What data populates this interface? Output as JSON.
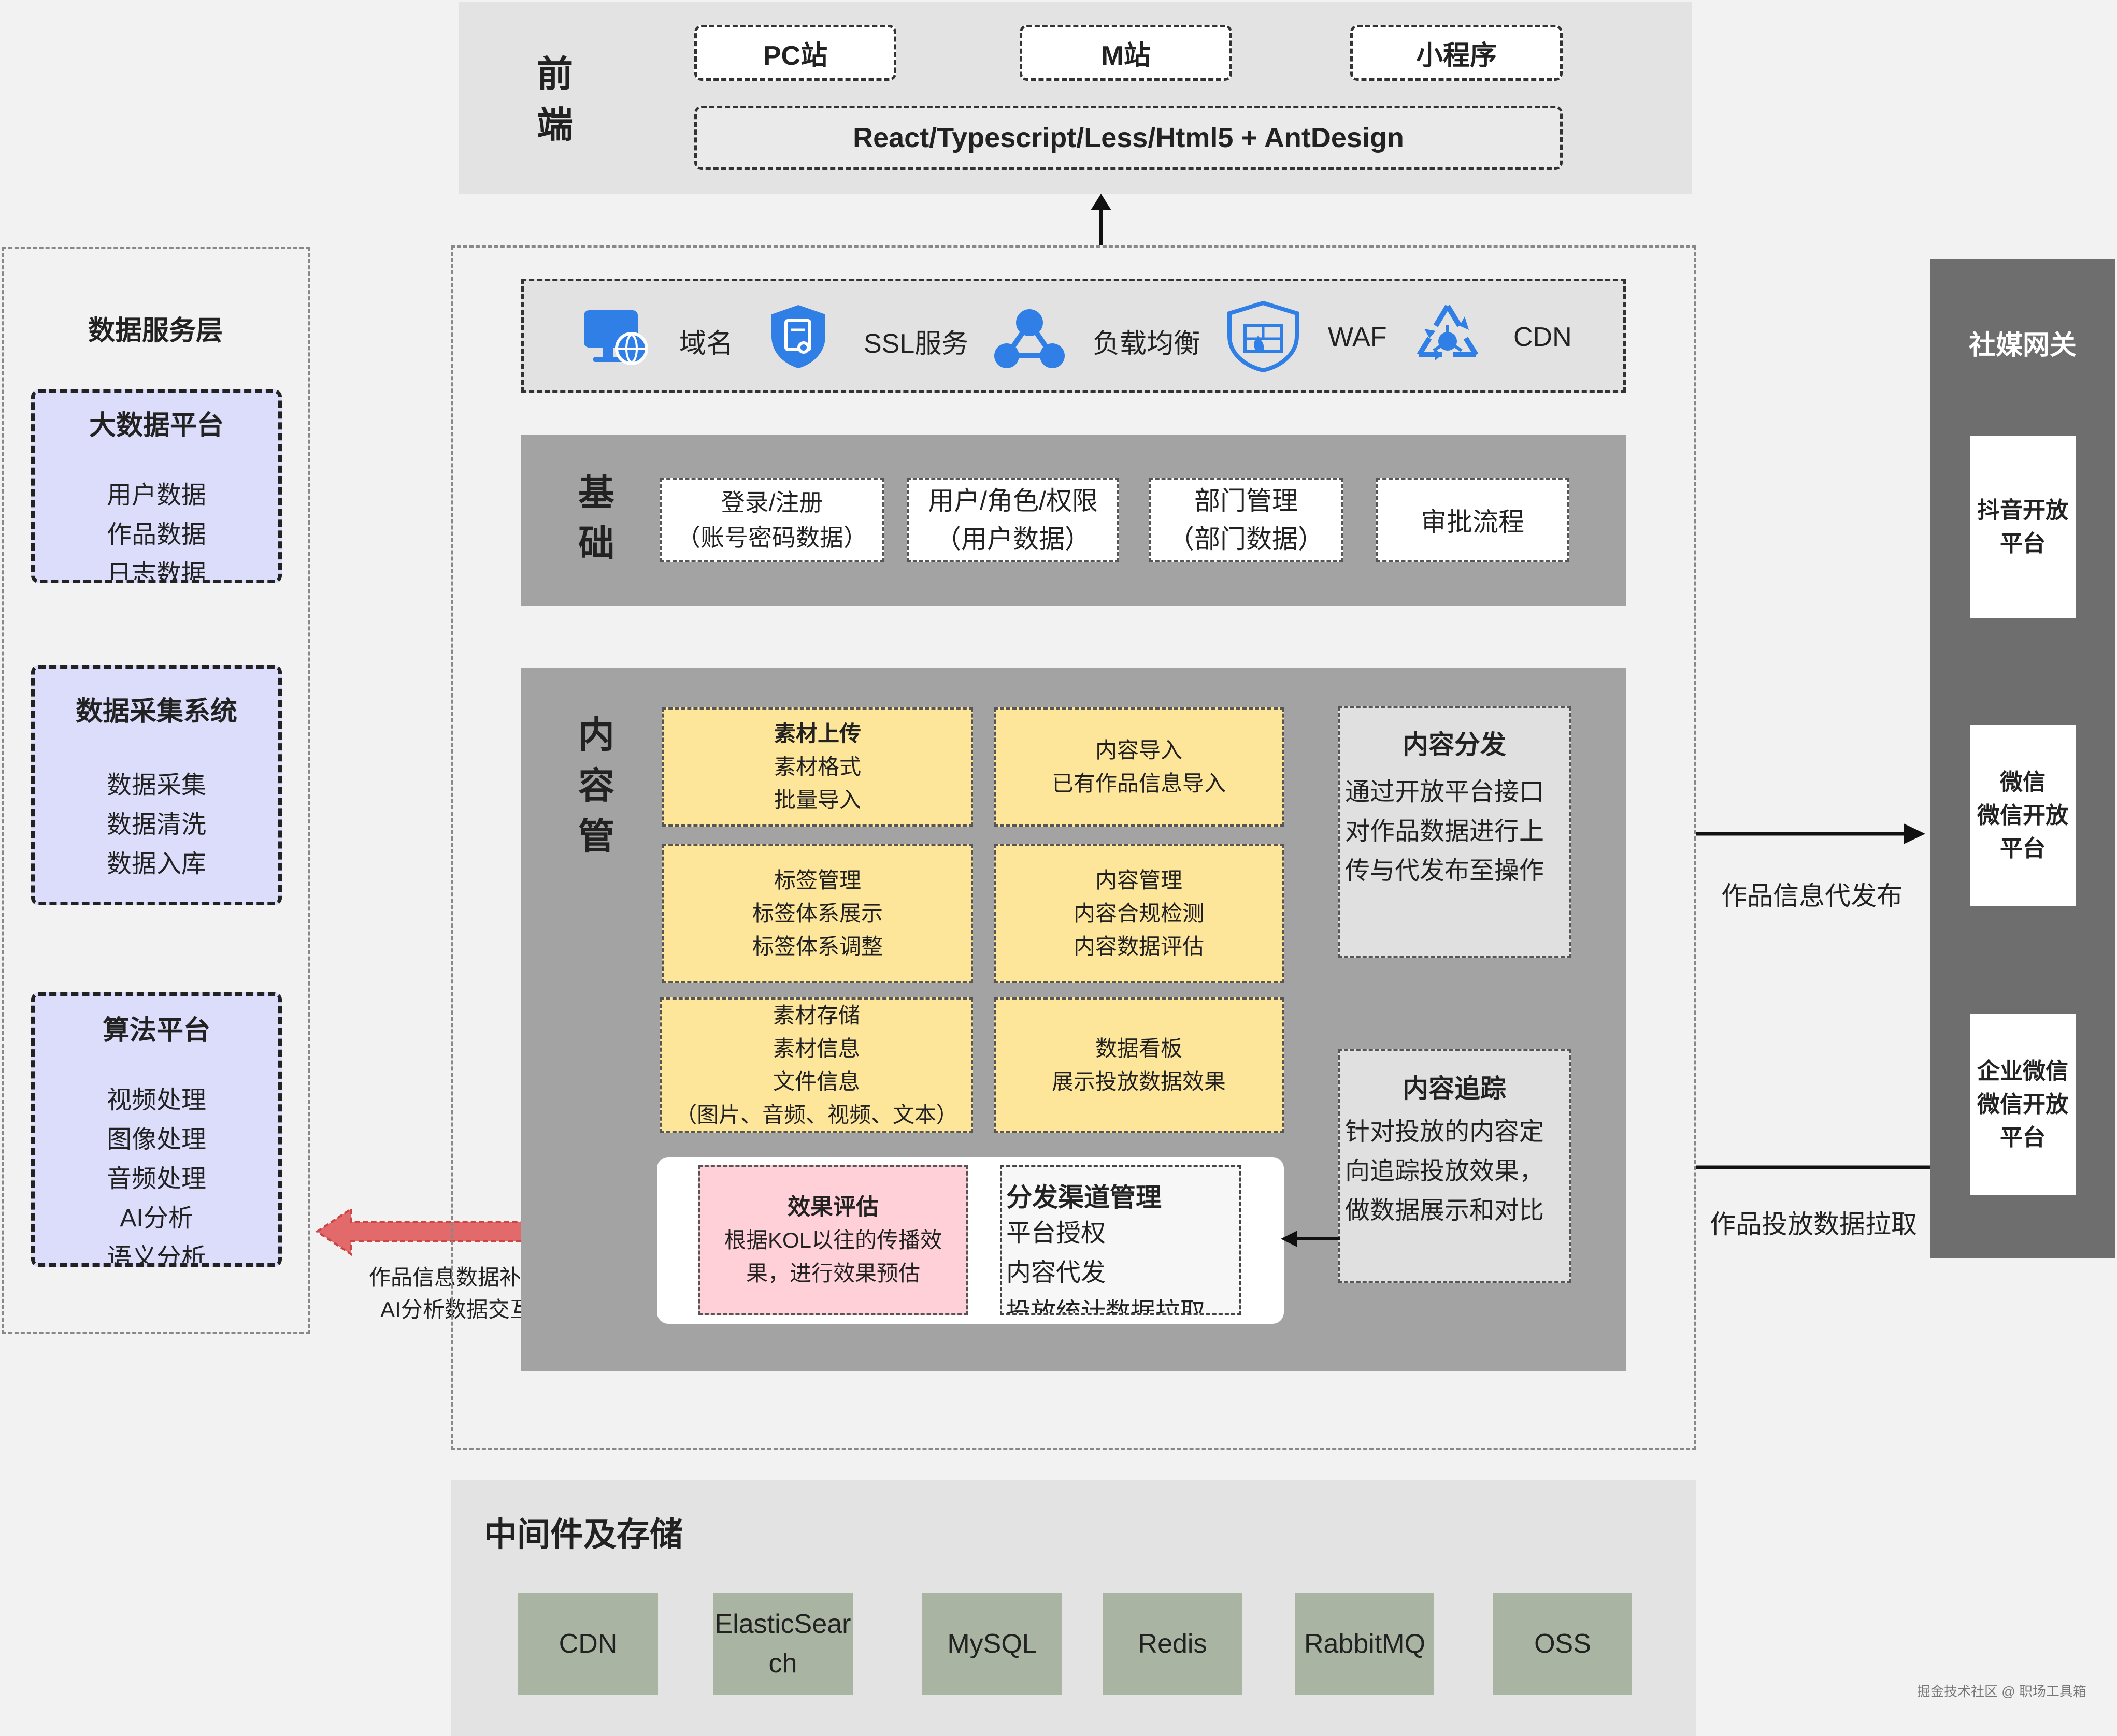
{
  "frontend": {
    "title_chars": [
      "前",
      "端"
    ],
    "apps": [
      "PC站",
      "M站",
      "小程序"
    ],
    "stack": "React/Typescript/Less/Html5 + AntDesign"
  },
  "data_service": {
    "title": "数据服务层",
    "groups": [
      {
        "title": "大数据平台",
        "items": [
          "用户数据",
          "作品数据",
          "日志数据"
        ]
      },
      {
        "title": "数据采集系统",
        "items": [
          "数据采集",
          "数据清洗",
          "数据入库"
        ]
      },
      {
        "title": "算法平台",
        "items": [
          "视频处理",
          "图像处理",
          "音频处理",
          "AI分析",
          "语义分析"
        ]
      }
    ],
    "link_labels": [
      "作品信息数据补充",
      "AI分析数据交互"
    ]
  },
  "infra": {
    "items": [
      {
        "label": "域名",
        "icon": "monitor-globe-icon"
      },
      {
        "label": "SSL服务",
        "icon": "shield-certificate-icon"
      },
      {
        "label": "负载均衡",
        "icon": "load-balance-nodes-icon"
      },
      {
        "label": "WAF",
        "icon": "firewall-shield-icon"
      },
      {
        "label": "CDN",
        "icon": "cdn-recycle-icon"
      }
    ]
  },
  "base": {
    "title_chars": [
      "基",
      "础"
    ],
    "items": [
      {
        "line1": "登录/注册",
        "line2": "（账号密码数据）"
      },
      {
        "line1": "用户/角色/权限",
        "line2": "（用户数据）"
      },
      {
        "line1": "部门管理",
        "line2": "（部门数据）"
      },
      {
        "line1": "审批流程",
        "line2": ""
      }
    ]
  },
  "content": {
    "title_chars": [
      "内",
      "容",
      "管"
    ],
    "material_upload": {
      "title": "素材上传",
      "lines": [
        "素材格式",
        "批量导入"
      ]
    },
    "content_import": {
      "lines": [
        "内容导入",
        "已有作品信息导入"
      ]
    },
    "tag_mgmt": {
      "lines": [
        "标签管理",
        "标签体系展示",
        "标签体系调整"
      ]
    },
    "content_mgmt": {
      "lines": [
        "内容管理",
        "内容合规检测",
        "内容数据评估"
      ]
    },
    "material_storage": {
      "lines": [
        "素材存储",
        "素材信息",
        "文件信息",
        "（图片、音频、视频、文本）"
      ]
    },
    "dashboard": {
      "lines": [
        "数据看板",
        "展示投放数据效果"
      ]
    },
    "distribution": {
      "title": "内容分发",
      "lines": [
        "通过开放平台接口",
        "对作品数据进行上",
        "传与代发布至操作"
      ]
    },
    "tracking": {
      "title": "内容追踪",
      "lines": [
        "针对投放的内容定",
        "向追踪投放效果，",
        "做数据展示和对比"
      ]
    },
    "effect": {
      "title": "效果评估",
      "lines": [
        "根据KOL以往的传播效",
        "果，进行效果预估"
      ]
    },
    "channel": {
      "title": "分发渠道管理",
      "lines": [
        "平台授权",
        "内容代发",
        "投放统计数据拉取"
      ]
    }
  },
  "social": {
    "title": "社媒网关",
    "platforms": [
      [
        "抖音开放",
        "平台"
      ],
      [
        "微信",
        "微信开放",
        "平台"
      ],
      [
        "企业微信",
        "微信开放",
        "平台"
      ]
    ],
    "publish_label": "作品信息代发布",
    "pull_label": "作品投放数据拉取"
  },
  "middleware": {
    "title": "中间件及存储",
    "items": [
      [
        "CDN"
      ],
      [
        "ElasticSear",
        "ch"
      ],
      [
        "MySQL"
      ],
      [
        "Redis"
      ],
      [
        "RabbitMQ"
      ],
      [
        "OSS"
      ]
    ]
  },
  "watermark": "掘金技术社区 @ 职场工具箱",
  "colors": {
    "yellow": "#fde59a",
    "lavender": "#dcdcfb",
    "pink": "#ffd0d8",
    "arrow_red": "#e26a6a",
    "middleware_green": "#a9b4a2",
    "gateway_gray": "#6e6e6e",
    "icon_blue": "#2f7fe6"
  }
}
